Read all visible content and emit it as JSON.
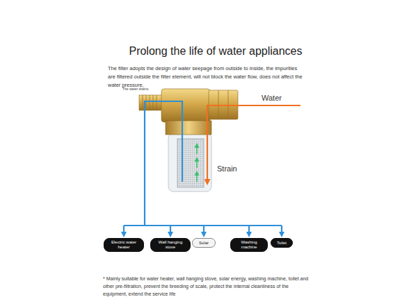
{
  "diagram": {
    "title": "Prolong the life of water appliances",
    "caption": "* Mainly suitable for water heater, wall hanging stove, solar energy, washing machine, toilet and other pre-filtration, prevent the breeding of scale, protect the internal cleanliness of the equipment, extend the service life",
    "nodes": [
      {
        "text": [
          "Electric water heater"
        ]
      },
      {
        "text": [
          "Wall hanging stove"
        ]
      },
      {
        "text": [
          "Solar"
        ]
      },
      {
        "text": [
          "Washing machine"
        ]
      },
      {
        "text": [
          "Toilet"
        ]
      }
    ],
    "labels": [
      "The filter adopts the design of water seepage from outside to inside, the impurities are filtered outside the filter element, will not block the water flow, does not affect the water pressure,",
      "The water drains.",
      "Water",
      "Strain"
    ]
  }
}
